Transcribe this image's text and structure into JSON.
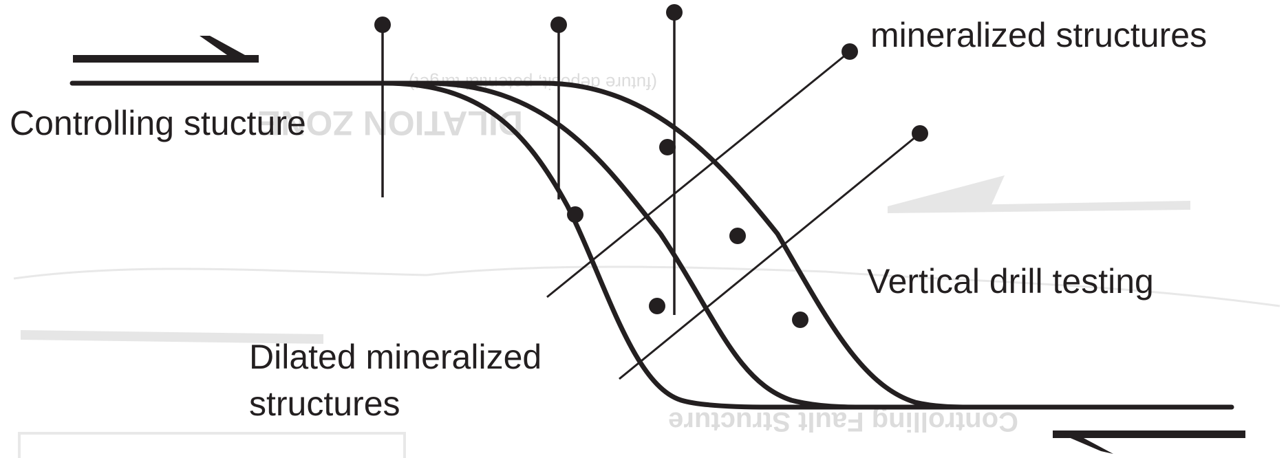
{
  "labels": {
    "controlling_structure": "Controlling stucture",
    "top_right": "mineralized structures",
    "vertical_drill": "Vertical drill testing",
    "dilated_line1": "Dilated mineralized",
    "dilated_line2": "structures"
  },
  "ghost_labels": {
    "dilation_zone": "DILATION ZONE",
    "deposit_note": "(future deposit, potential target)",
    "controlling_fault": "Controlling Fault Structure"
  },
  "colors": {
    "ink": "#231f20",
    "ghost": "#d9d9d9",
    "background": "#ffffff"
  }
}
